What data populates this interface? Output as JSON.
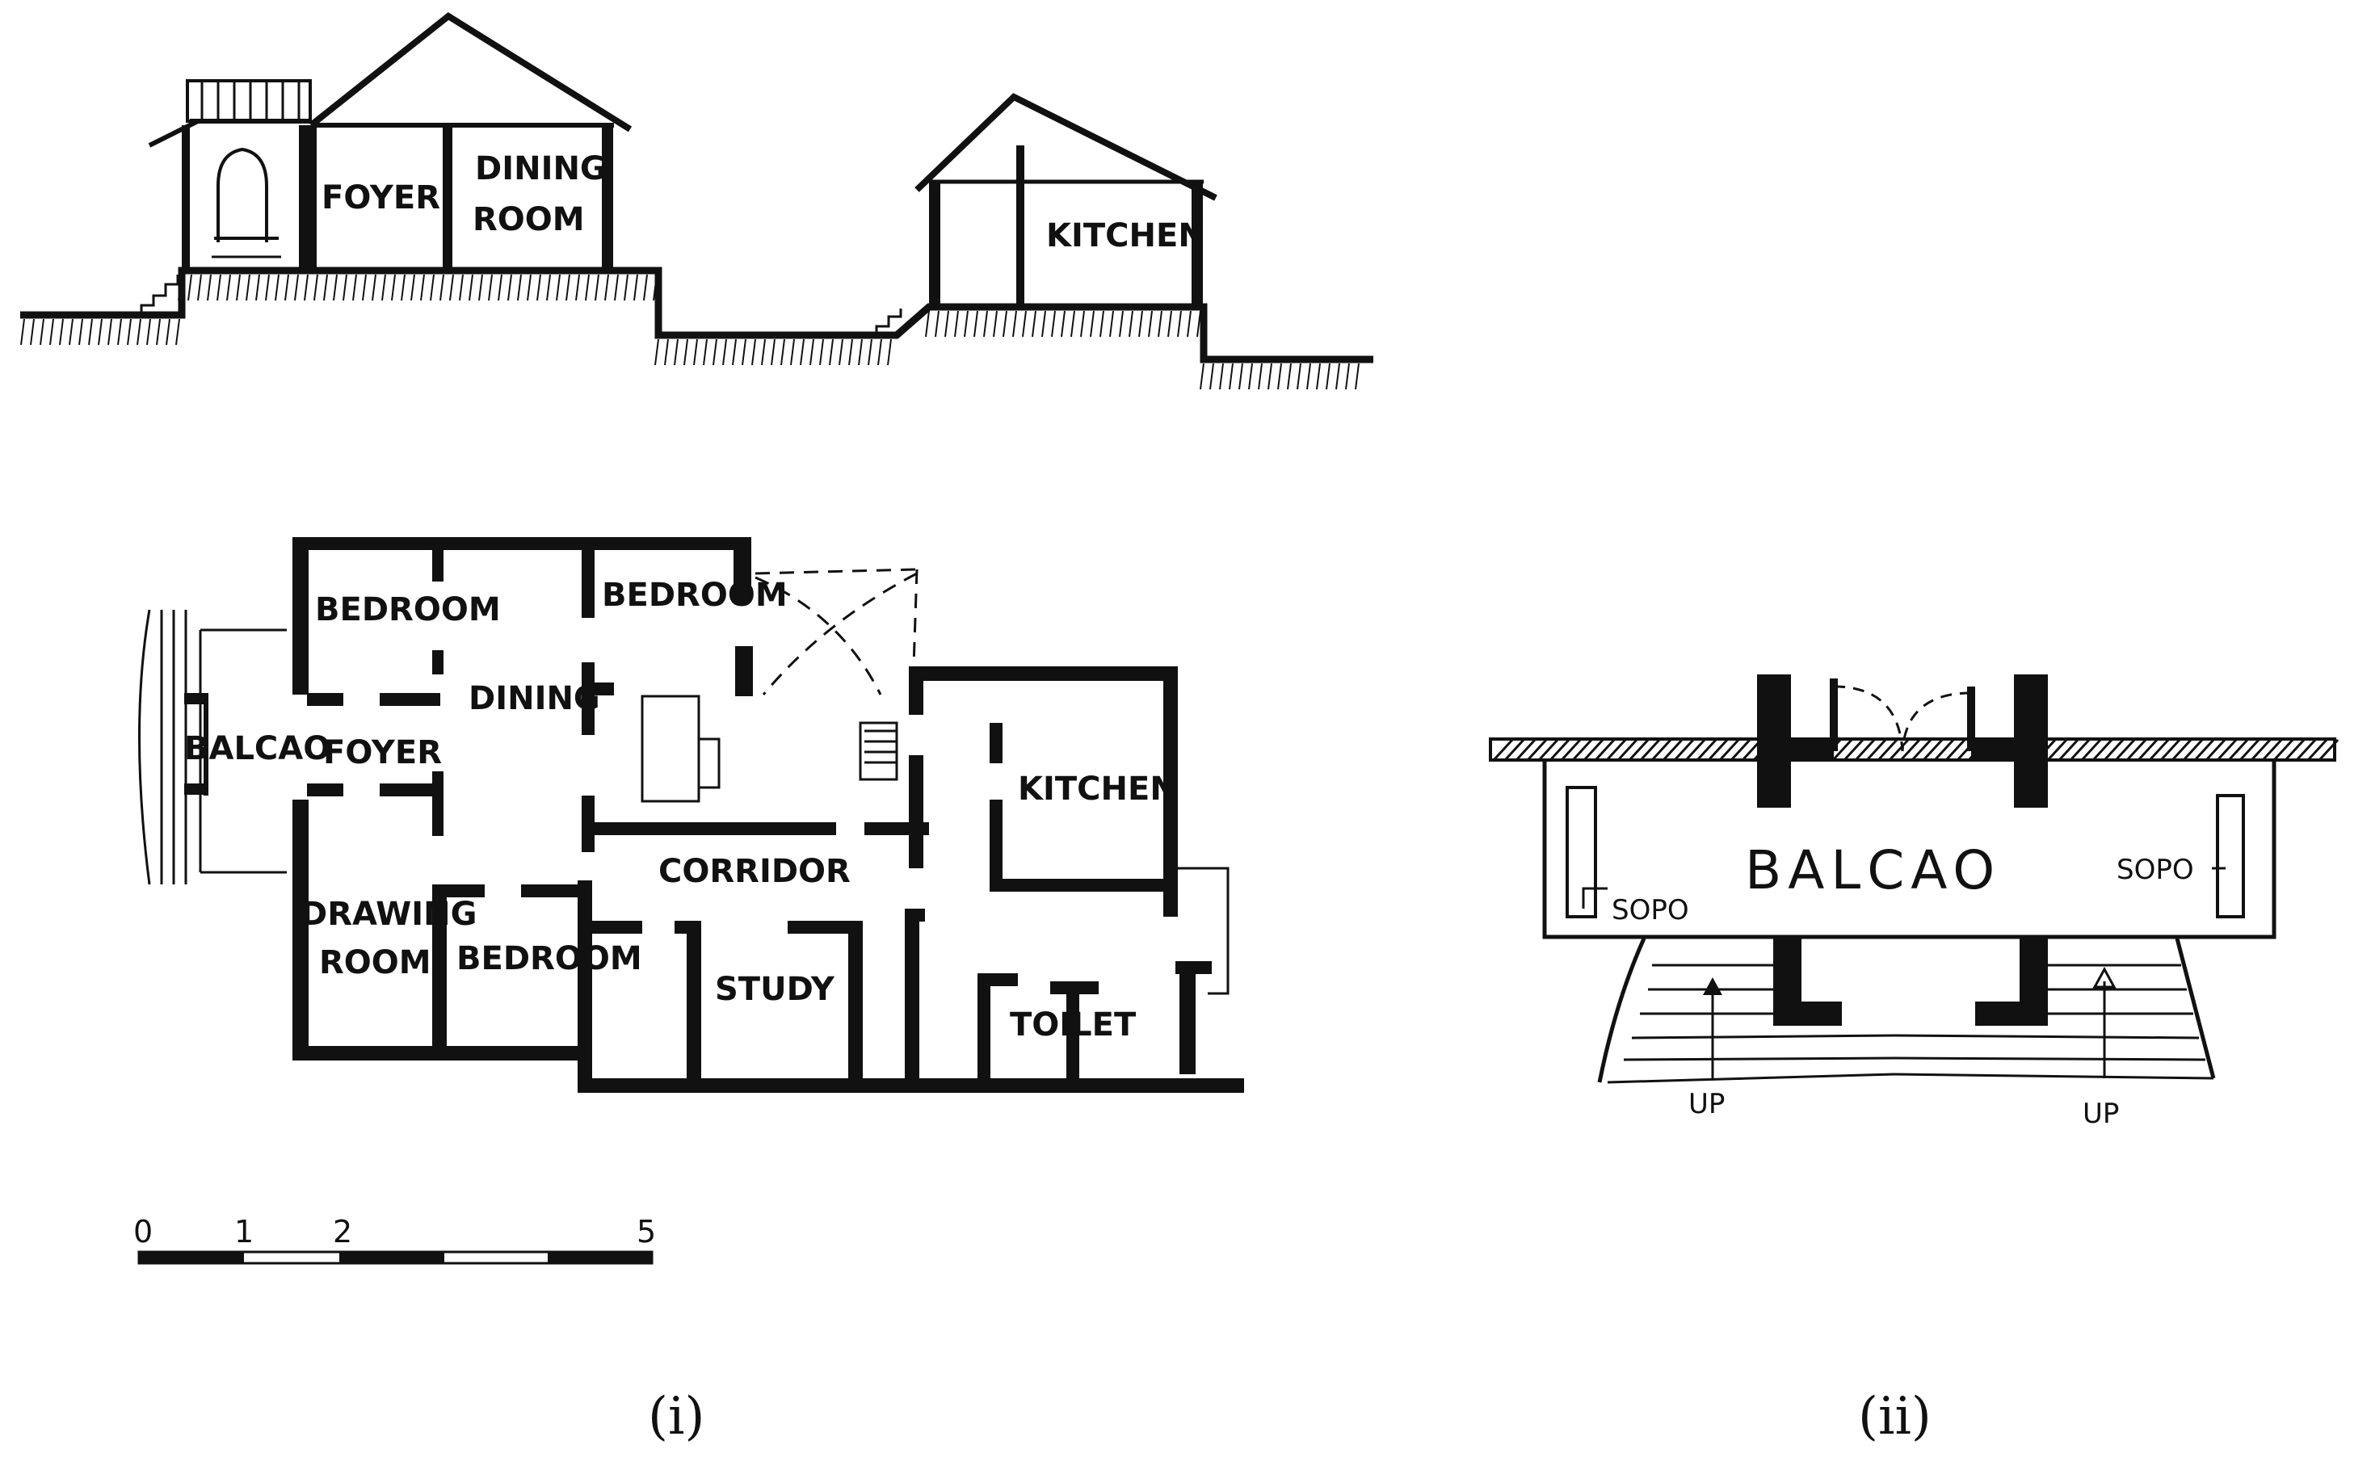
{
  "section": {
    "foyer": "FOYER",
    "dining_line1": "DINING",
    "dining_line2": "ROOM",
    "kitchen": "KITCHEN"
  },
  "plan": {
    "bedroom_nw": "BEDROOM",
    "bedroom_ne": "BEDROOM",
    "dining": "DINING",
    "balcao": "BALCAO",
    "foyer": "FOYER",
    "kitchen": "KITCHEN",
    "corridor": "CORRIDOR",
    "drawing_line1": "DRAWING",
    "drawing_line2": "ROOM",
    "bedroom_sw": "BEDROOM",
    "study": "STUDY",
    "toilet": "TOILET"
  },
  "scale_bar": {
    "ticks": [
      "0",
      "1",
      "2",
      "5"
    ]
  },
  "detail": {
    "balcao": "BALCAO",
    "sopo_left": "SOPO",
    "sopo_right": "SOPO",
    "up_left": "UP",
    "up_right": "UP"
  },
  "captions": {
    "left": "(i)",
    "right": "(ii)"
  }
}
